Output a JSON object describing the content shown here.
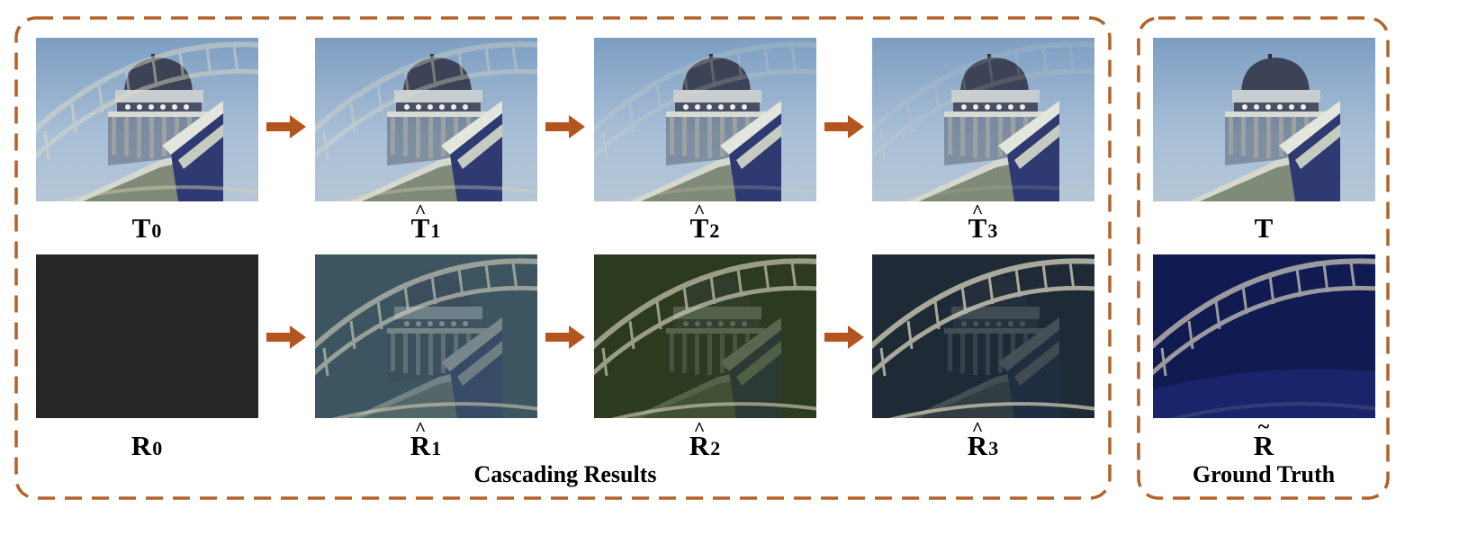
{
  "colors": {
    "frame": "#b4622a",
    "arrow": "#b4551e",
    "dark_cell": "#262626"
  },
  "rows": {
    "transmission": [
      {
        "symbol": "T",
        "sub": "0",
        "accent": ""
      },
      {
        "symbol": "T",
        "sub": "1",
        "accent": "^"
      },
      {
        "symbol": "T",
        "sub": "2",
        "accent": "^"
      },
      {
        "symbol": "T",
        "sub": "3",
        "accent": "^"
      }
    ],
    "reflection": [
      {
        "symbol": "R",
        "sub": "0",
        "accent": ""
      },
      {
        "symbol": "R",
        "sub": "1",
        "accent": "^"
      },
      {
        "symbol": "R",
        "sub": "2",
        "accent": "^"
      },
      {
        "symbol": "R",
        "sub": "3",
        "accent": "^"
      }
    ]
  },
  "ground_truth": {
    "transmission": {
      "symbol": "T",
      "accent": ""
    },
    "reflection": {
      "symbol": "R",
      "accent": "~"
    }
  },
  "captions": {
    "left": "Cascading Results",
    "right": "Ground Truth"
  }
}
